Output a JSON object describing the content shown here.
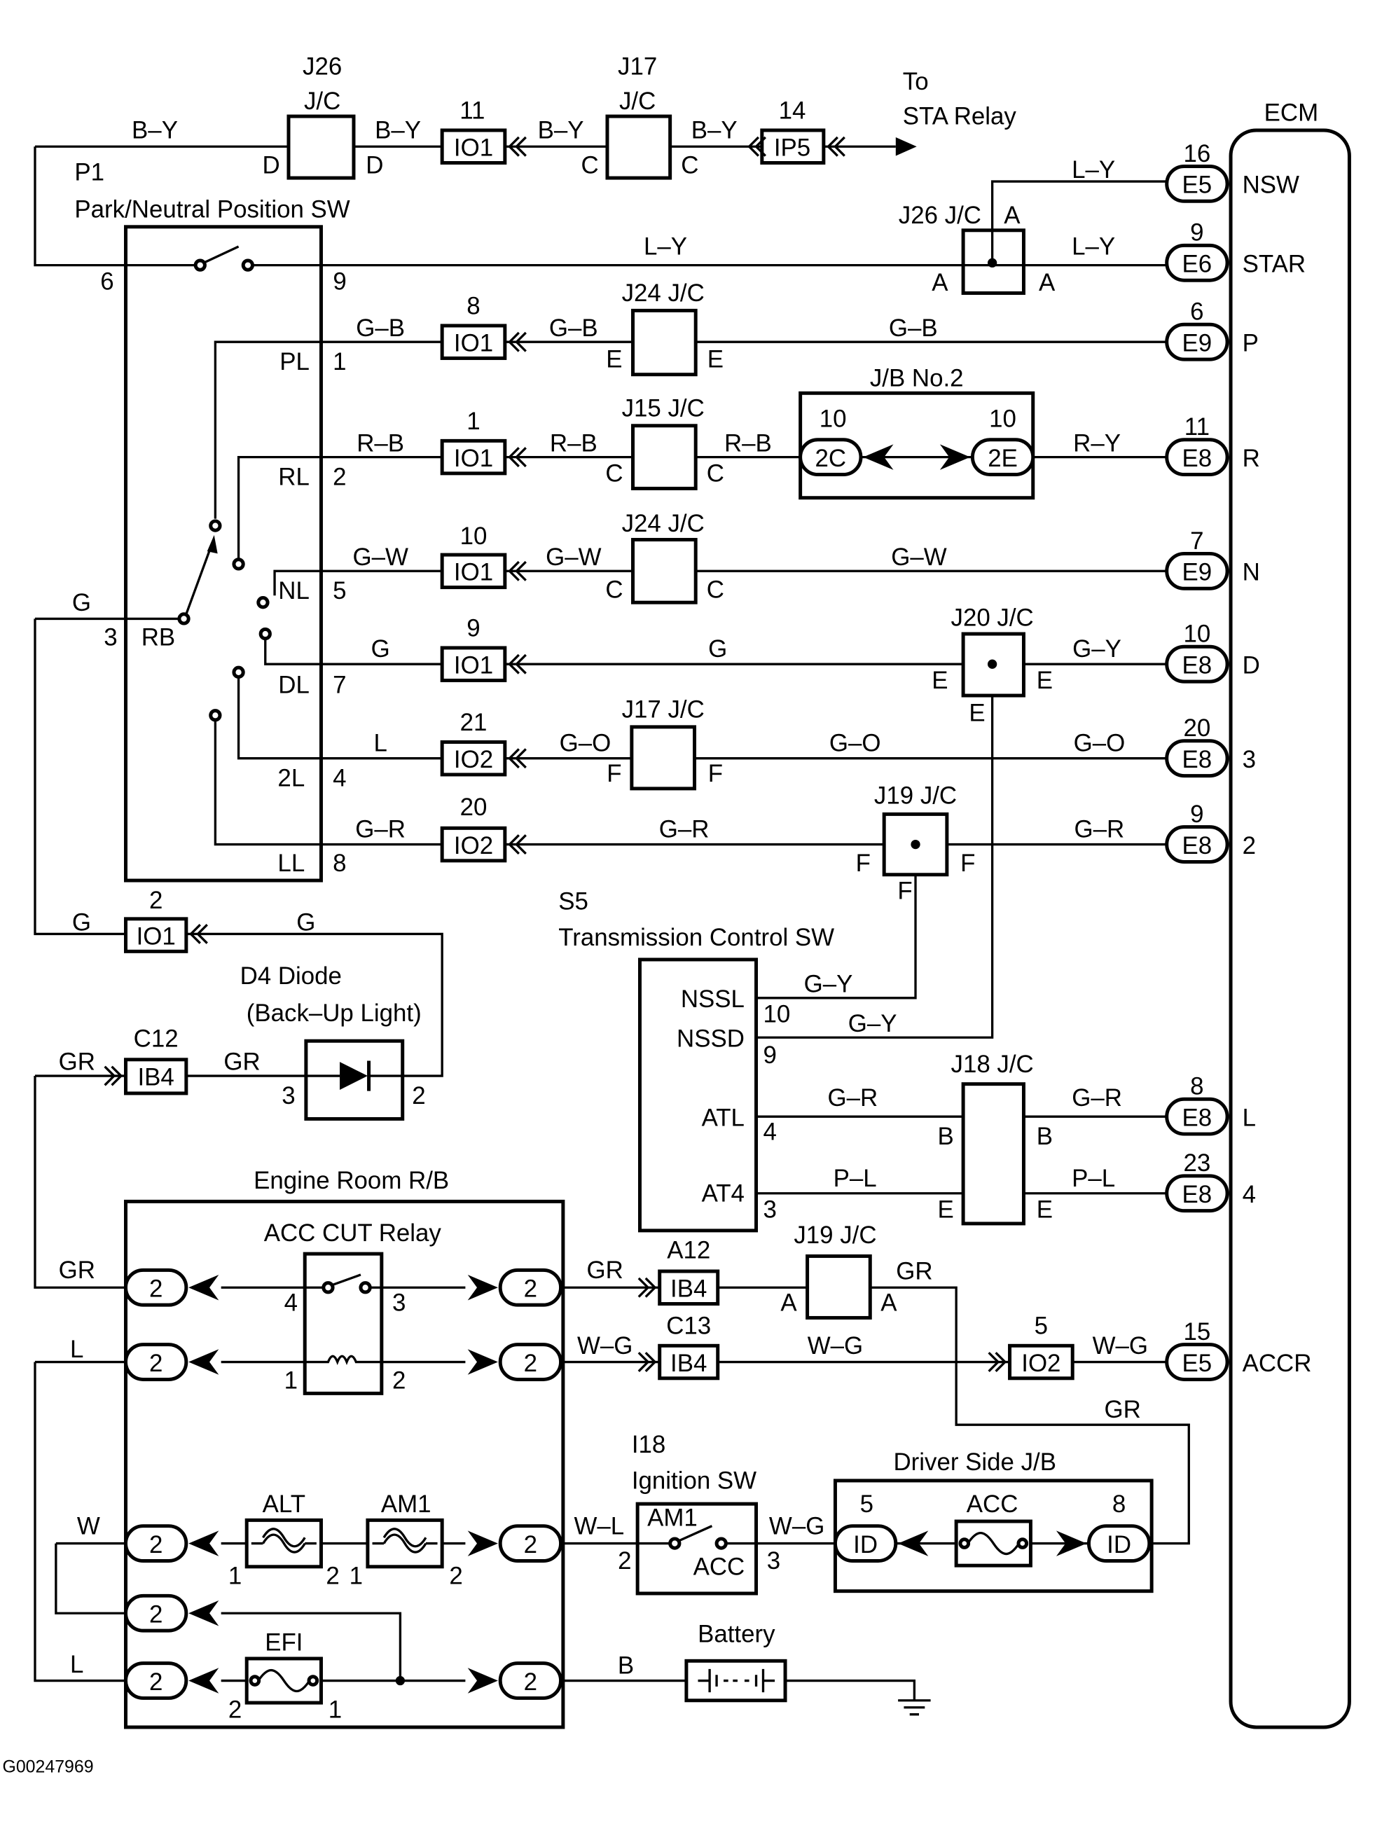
{
  "figure_id": "G00247969",
  "ecm": {
    "label": "ECM",
    "pins": [
      {
        "pin": "16",
        "conn": "E5",
        "name": "NSW"
      },
      {
        "pin": "9",
        "conn": "E6",
        "name": "STAR"
      },
      {
        "pin": "6",
        "conn": "E9",
        "name": "P"
      },
      {
        "pin": "11",
        "conn": "E8",
        "name": "R"
      },
      {
        "pin": "7",
        "conn": "E9",
        "name": "N"
      },
      {
        "pin": "10",
        "conn": "E8",
        "name": "D"
      },
      {
        "pin": "20",
        "conn": "E8",
        "name": "3"
      },
      {
        "pin": "9",
        "conn": "E8",
        "name": "2"
      },
      {
        "pin": "8",
        "conn": "E8",
        "name": "L"
      },
      {
        "pin": "23",
        "conn": "E8",
        "name": "4"
      },
      {
        "pin": "15",
        "conn": "E5",
        "name": "ACCR"
      }
    ]
  },
  "top": {
    "wire1": "B–Y",
    "j26_name": "J26",
    "j26_type": "J/C",
    "j26_pin_l": "D",
    "j26_pin_r": "D",
    "wire2": "B–Y",
    "io_pin": "11",
    "io": "IO1",
    "wire3": "B–Y",
    "j17_name": "J17",
    "j17_type": "J/C",
    "j17_pin_l": "C",
    "j17_pin_r": "C",
    "wire4": "B–Y",
    "ip5_pin": "14",
    "ip5": "IP5",
    "to": "To",
    "to_dest": "STA Relay"
  },
  "pn_switch": {
    "code": "P1",
    "name": "Park/Neutral Position SW",
    "pin6": "6",
    "pin9": "9",
    "pin3": "3",
    "rb": "RB",
    "wire_rb": "G",
    "positions": [
      {
        "label": "PL",
        "pin": "1"
      },
      {
        "label": "RL",
        "pin": "2"
      },
      {
        "label": "NL",
        "pin": "5"
      },
      {
        "label": "DL",
        "pin": "7"
      },
      {
        "label": "2L",
        "pin": "4"
      },
      {
        "label": "LL",
        "pin": "8"
      }
    ]
  },
  "star": {
    "wire": "L–Y",
    "junction": "J26 J/C",
    "pin_top": "A",
    "pin_l": "A",
    "pin_r": "A",
    "wire_nsw": "L–Y",
    "wire_star": "L–Y"
  },
  "rows": {
    "pl": {
      "wire1": "G–B",
      "io_pin": "8",
      "io": "IO1",
      "wire2": "G–B",
      "jc": "J24 J/C",
      "pin_l": "E",
      "pin_r": "E",
      "wire3": "G–B"
    },
    "rl": {
      "wire1": "R–B",
      "io_pin": "1",
      "io": "IO1",
      "wire2": "R–B",
      "jc": "J15 J/C",
      "pin_l": "C",
      "pin_r": "C",
      "wire3": "R–B",
      "jb": "J/B No.2",
      "jb_pin_l": "10",
      "jb_conn_l": "2C",
      "jb_pin_r": "10",
      "jb_conn_r": "2E",
      "wire4": "R–Y"
    },
    "nl": {
      "wire1": "G–W",
      "io_pin": "10",
      "io": "IO1",
      "wire2": "G–W",
      "jc": "J24 J/C",
      "pin_l": "C",
      "pin_r": "C",
      "wire3": "G–W"
    },
    "dl": {
      "wire1": "G",
      "io_pin": "9",
      "io": "IO1",
      "wire2": "G",
      "jc": "J20 J/C",
      "pin_l": "E",
      "pin_r": "E",
      "pin_b": "E",
      "wire3": "G–Y"
    },
    "l2": {
      "wire1": "L",
      "io_pin": "21",
      "io": "IO2",
      "wire2": "G–O",
      "jc": "J17 J/C",
      "pin_l": "F",
      "pin_r": "F",
      "wire3": "G–O",
      "wire4": "G–O"
    },
    "ll": {
      "wire1": "G–R",
      "io_pin": "20",
      "io": "IO2",
      "wire2": "G–R",
      "jc": "J19 J/C",
      "pin_l": "F",
      "pin_r": "F",
      "pin_b": "F",
      "wire3": "G–R"
    }
  },
  "backup": {
    "wire_l": "G",
    "io_pin": "2",
    "io": "IO1",
    "wire_r": "G",
    "diode_name": "D4 Diode",
    "diode_desc": "(Back–Up Light)",
    "diode_pin3": "3",
    "diode_pin2": "2",
    "wire_gr1": "GR",
    "ib_code": "C12",
    "ib": "IB4",
    "wire_gr2": "GR"
  },
  "tcs": {
    "code": "S5",
    "name": "Transmission Control SW",
    "terminals": [
      {
        "label": "NSSL",
        "pin": "10"
      },
      {
        "label": "NSSD",
        "pin": "9"
      },
      {
        "label": "ATL",
        "pin": "4"
      },
      {
        "label": "AT4",
        "pin": "3"
      }
    ],
    "wire_nssl": "G–Y",
    "wire_nssd": "G–Y",
    "wire_atl": "G–R",
    "wire_at4": "P–L",
    "jc": "J18 J/C",
    "pin_b_l": "B",
    "pin_b_r": "B",
    "pin_e_l": "E",
    "pin_e_r": "E",
    "wire_l": "G–R",
    "wire_4": "P–L"
  },
  "engine_rb": {
    "name": "Engine Room R/B",
    "relay": "ACC CUT Relay",
    "relay_pins": [
      "4",
      "3",
      "1",
      "2"
    ],
    "conn": "2",
    "wire_gr": "GR",
    "wire_l": "L",
    "wire_w": "W",
    "wire_l2": "L",
    "fuse_alt": "ALT",
    "fuse_am1": "AM1",
    "fuse_efi": "EFI",
    "alt_pins": [
      "1",
      "2"
    ],
    "am1_pins": [
      "1",
      "2"
    ],
    "efi_pins": [
      "2",
      "1"
    ]
  },
  "acc_rows": {
    "wire_gr1": "GR",
    "a12": "A12",
    "ib_a": "IB4",
    "jc": "J19 J/C",
    "pin_l": "A",
    "pin_r": "A",
    "wire_gr2": "GR",
    "wire_gr3": "GR",
    "wire_wg1": "W–G",
    "c13": "C13",
    "ib_c": "IB4",
    "wire_wg2": "W–G",
    "io_pin": "5",
    "io": "IO2",
    "wire_wg3": "W–G"
  },
  "ignition": {
    "wire_wl": "W–L",
    "code": "I18",
    "name": "Ignition SW",
    "am1": "AM1",
    "acc": "ACC",
    "pin2": "2",
    "pin3": "3",
    "wire_wg": "W–G",
    "jb": "Driver Side J/B",
    "jb_pin_l": "5",
    "jb_pin_r": "8",
    "jb_conn": "ID",
    "fuse": "ACC"
  },
  "battery": {
    "wire": "B",
    "label": "Battery"
  }
}
